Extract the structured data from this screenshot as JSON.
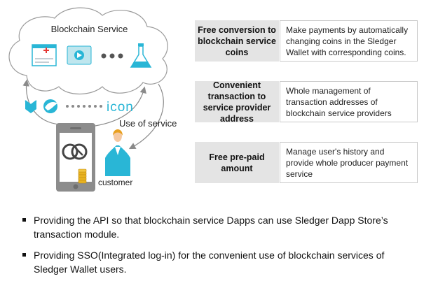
{
  "diagram": {
    "cloud_title": "Blockchain Service",
    "icon_brand_text": "icon",
    "use_of_service_label": "Use of service",
    "customer_label": "customer",
    "features": [
      {
        "title": "Free conversion to blockchain service coins",
        "description": "Make payments by automatically changing coins in the Sledger Wallet with corresponding coins."
      },
      {
        "title": "Convenient transaction to service provider address",
        "description": "Whole management of transaction addresses of blockchain service providers"
      },
      {
        "title": "Free pre-paid amount",
        "description": "Manage user's history and provide whole producer payment service"
      }
    ],
    "colors": {
      "accent_cyan": "#29b6d6",
      "cloud_stroke": "#9a9a9a",
      "phone_gray": "#8c8c8c",
      "coin_gold": "#e8b320",
      "feature_box_bg": "#e4e4e4"
    },
    "icons": [
      "medical-app-icon",
      "video-play-icon",
      "more-dots-icon",
      "flask-icon",
      "maker-logo-icon",
      "bird-logo-icon",
      "icon-logo",
      "smartphone-icon",
      "sledger-logo-icon",
      "coin-stack-icon",
      "customer-person-icon"
    ]
  },
  "bullets": [
    "Providing the API so that blockchain service Dapps can use Sledger Dapp Store’s transaction module.",
    "Providing SSO(Integrated log-in) for the convenient use of blockchain services of Sledger Wallet users."
  ]
}
